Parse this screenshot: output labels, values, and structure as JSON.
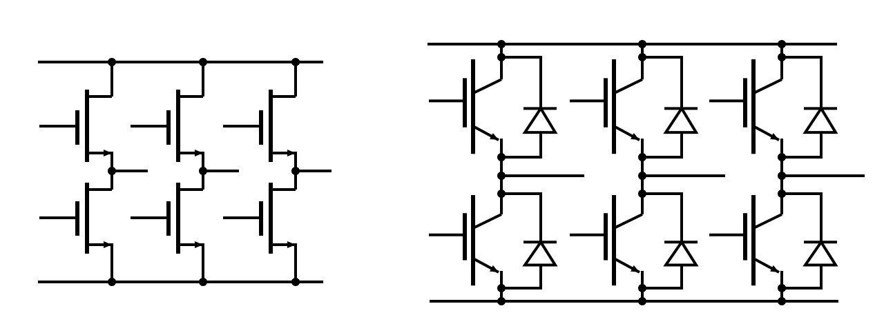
{
  "figure": {
    "background": "#ffffff",
    "line_color": "#000000",
    "diagrams": [
      {
        "id": "mosfet-bridge",
        "device": "mosfet",
        "legs": 3,
        "switches_per_leg": 2
      },
      {
        "id": "igbt-bridge",
        "device": "igbt-with-antiparallel-diode",
        "legs": 3,
        "switches_per_leg": 2
      }
    ]
  }
}
